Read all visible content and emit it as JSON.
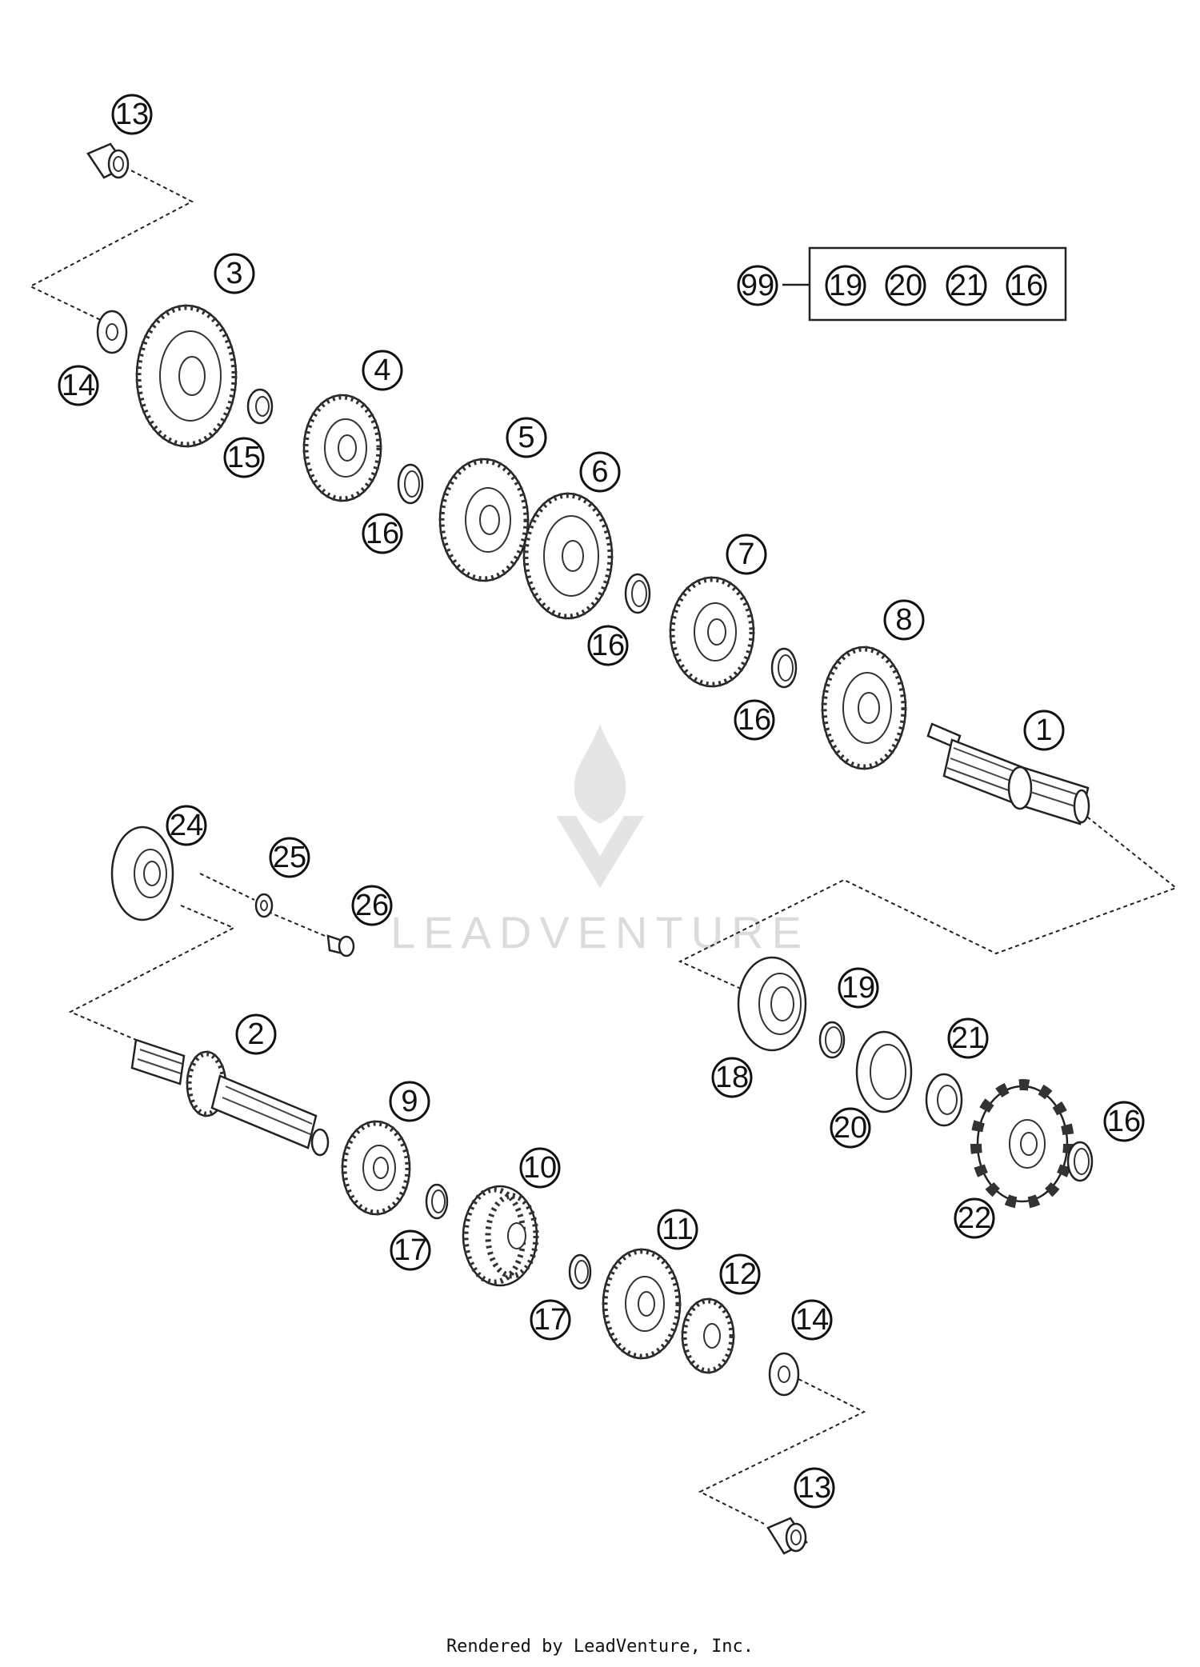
{
  "callouts": [
    "1",
    "2",
    "3",
    "4",
    "5",
    "6",
    "7",
    "8",
    "9",
    "10",
    "11",
    "12",
    "13",
    "13",
    "14",
    "14",
    "15",
    "16",
    "16",
    "16",
    "16",
    "16",
    "17",
    "17",
    "18",
    "19",
    "20",
    "21",
    "22",
    "24",
    "25",
    "26"
  ],
  "kit": {
    "label": "99",
    "items": [
      "19",
      "20",
      "21",
      "16"
    ]
  },
  "watermark": {
    "text": "LEADVENTURE",
    "icon": "flame-v-logo-icon"
  },
  "footer": {
    "text": "Rendered by LeadVenture, Inc."
  }
}
